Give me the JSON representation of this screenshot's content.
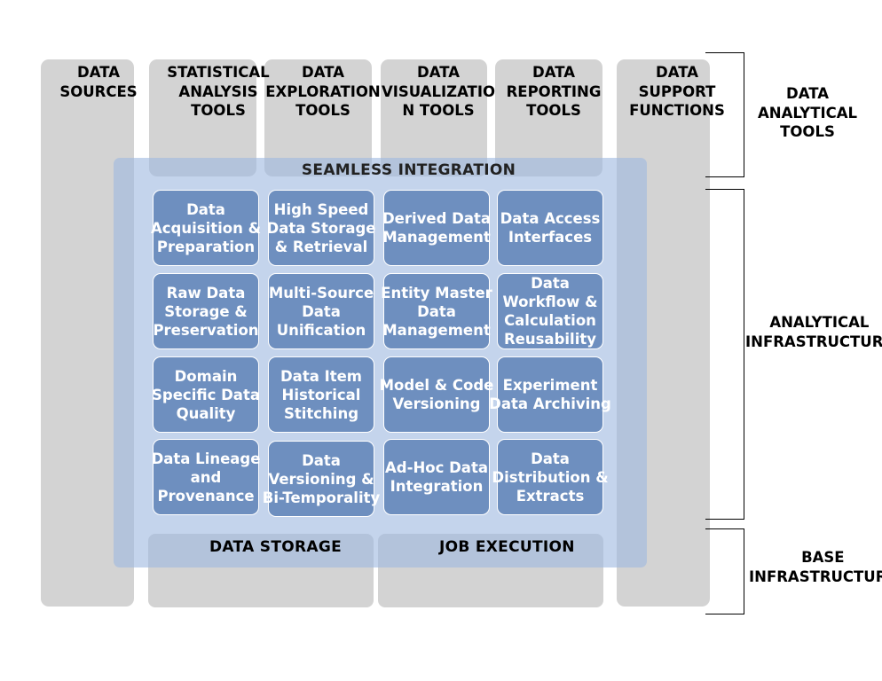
{
  "columns": [
    {
      "title": "DATA\nSOURCES"
    },
    {
      "title": "STATISTICAL\nANALYSIS\nTOOLS"
    },
    {
      "title": "DATA\nEXPLORATION\nTOOLS"
    },
    {
      "title": "DATA\nVISUALIZATIO\nN TOOLS"
    },
    {
      "title": "DATA\nREPORTING\nTOOLS"
    },
    {
      "title": "DATA\nSUPPORT\nFUNCTIONS"
    }
  ],
  "integration_label": "SEAMLESS INTEGRATION",
  "tiles": [
    "Data\nAcquisition &\nPreparation",
    "High Speed\nData Storage\n& Retrieval",
    "Derived Data\nManagement",
    "Data Access\nInterfaces",
    "Raw Data\nStorage &\nPreservation",
    "Multi-Source\nData\nUnification",
    "Entity Master\nData\nManagement",
    "Data\nWorkflow &\nCalculation\nReusability",
    "Domain\nSpecific Data\nQuality",
    "Data Item\nHistorical\nStitching",
    "Model & Code\nVersioning",
    "Experiment\nData Archiving",
    "Data Lineage\nand\nProvenance",
    "Data\nVersioning &\nBi-Temporality",
    "Ad-Hoc Data\nIntegration",
    "Data\nDistribution &\nExtracts"
  ],
  "base": {
    "storage": "DATA STORAGE",
    "execution": "JOB EXECUTION"
  },
  "side_labels": {
    "analytical_tools": "DATA\nANALYTICAL\nTOOLS",
    "analytical_infrastructure": "ANALYTICAL\nINFRASTRUCTURE",
    "base_infrastructure": "BASE\nINFRASTRUCTURE"
  },
  "colors": {
    "column_fill": "#d3d3d3",
    "tile_fill": "#6e8fbf",
    "panel_fill": "#a0b9e1"
  }
}
